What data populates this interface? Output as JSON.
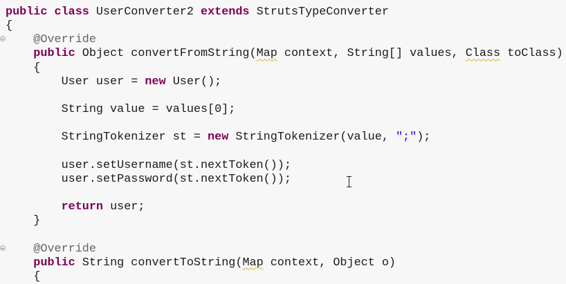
{
  "editor": {
    "lines": [
      [
        {
          "t": "public class",
          "c": "kw"
        },
        {
          "t": " UserConverter2 "
        },
        {
          "t": "extends",
          "c": "kw"
        },
        {
          "t": " StrutsTypeConverter"
        }
      ],
      [
        {
          "t": "{"
        }
      ],
      [
        {
          "t": "    "
        },
        {
          "t": "@Override",
          "c": "ann"
        }
      ],
      [
        {
          "t": "    "
        },
        {
          "t": "public",
          "c": "kw"
        },
        {
          "t": " Object convertFromString("
        },
        {
          "t": "Map",
          "c": "warn"
        },
        {
          "t": " context, String[] values, "
        },
        {
          "t": "Class",
          "c": "warn"
        },
        {
          "t": " toClass)"
        }
      ],
      [
        {
          "t": "    {"
        }
      ],
      [
        {
          "t": "        User user = "
        },
        {
          "t": "new",
          "c": "kw"
        },
        {
          "t": " User();"
        }
      ],
      [],
      [
        {
          "t": "        String value = values[0];"
        }
      ],
      [],
      [
        {
          "t": "        StringTokenizer st = "
        },
        {
          "t": "new",
          "c": "kw"
        },
        {
          "t": " StringTokenizer(value, "
        },
        {
          "t": "\";\"",
          "c": "str"
        },
        {
          "t": ");"
        }
      ],
      [],
      [
        {
          "t": "        user.setUsername(st.nextToken());"
        }
      ],
      [
        {
          "t": "        user.setPassword(st.nextToken());"
        }
      ],
      [],
      [
        {
          "t": "        "
        },
        {
          "t": "return",
          "c": "kw"
        },
        {
          "t": " user;"
        }
      ],
      [
        {
          "t": "    }"
        }
      ],
      [],
      [
        {
          "t": "    "
        },
        {
          "t": "@Override",
          "c": "ann"
        }
      ],
      [
        {
          "t": "    "
        },
        {
          "t": "public",
          "c": "kw"
        },
        {
          "t": " String convertToString("
        },
        {
          "t": "Map",
          "c": "warn"
        },
        {
          "t": " context, Object o)"
        }
      ],
      [
        {
          "t": "    {"
        }
      ]
    ],
    "fold_lines": [
      2,
      17
    ]
  }
}
